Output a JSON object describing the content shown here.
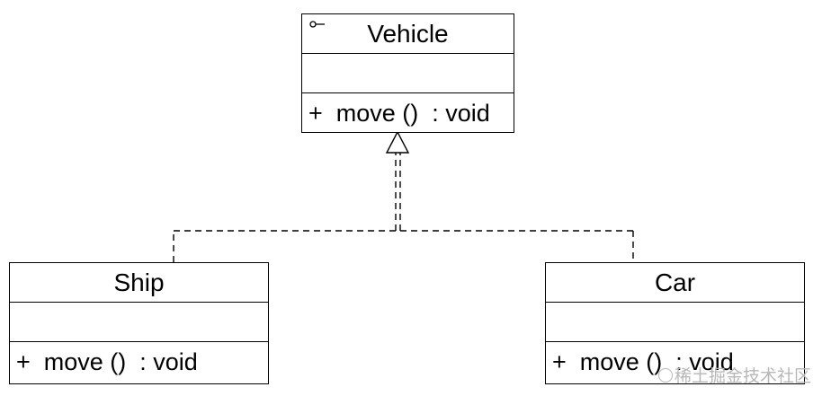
{
  "diagram": {
    "type": "UML class diagram",
    "interface": {
      "name": "Vehicle",
      "stereotype_icon": "interface-lollipop-icon",
      "operations": [
        "+  move ()  : void"
      ]
    },
    "classes": [
      {
        "id": "ship",
        "name": "Ship",
        "operations": [
          "+  move ()  : void"
        ]
      },
      {
        "id": "car",
        "name": "Car",
        "operations": [
          "+  move ()  : void"
        ]
      }
    ],
    "relationships": [
      {
        "from": "Ship",
        "to": "Vehicle",
        "kind": "realization"
      },
      {
        "from": "Car",
        "to": "Vehicle",
        "kind": "realization"
      }
    ]
  },
  "watermark": {
    "text": "稀土掘金技术社区",
    "icon": "at-sign-icon",
    "color": "#b7b7b7"
  },
  "colors": {
    "line": "#000000",
    "background": "#ffffff"
  }
}
